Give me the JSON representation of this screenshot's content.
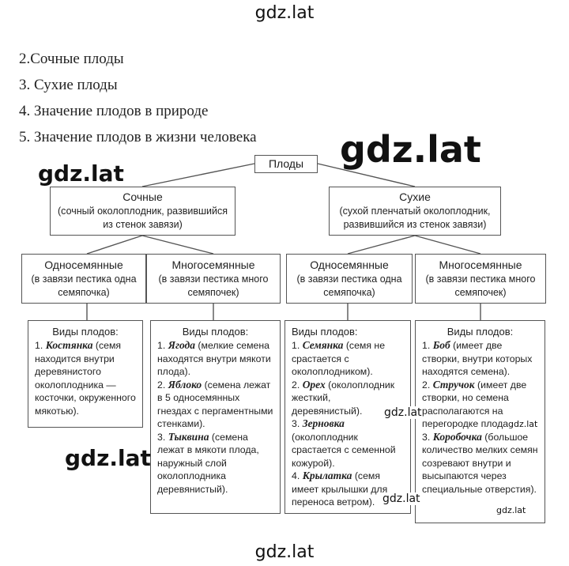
{
  "watermarks": {
    "top": "gdz.lat",
    "bottom": "gdz.lat",
    "big": "gdz.lat",
    "left_upper": "gdz.lat",
    "left_lower": "gdz.lat",
    "mid_a": "gdz.lat",
    "mid_b": "gdz.lat",
    "right_a": "gdz.lat",
    "right_b": "gdz.lat"
  },
  "list": [
    "2.Сочные плоды",
    "3. Сухие плоды",
    "4. Значение плодов в природе",
    "5. Значение плодов в жизни человека"
  ],
  "diagram": {
    "root": "Плоды",
    "juicy": {
      "title": "Сочные",
      "desc": "(сочный околоплодник, развившийся из стенок завязи)"
    },
    "dry": {
      "title": "Сухие",
      "desc": "(сухой пленчатый околоплодник, развившийся из стенок завязи)"
    },
    "juicy_single": {
      "title": "Односемянные",
      "desc": "(в завязи пестика одна семяпочка)"
    },
    "juicy_multi": {
      "title": "Многосемянные",
      "desc": "(в завязи пестика много семяпочек)"
    },
    "dry_single": {
      "title": "Односемянные",
      "desc": "(в завязи пестика одна семяпочка)"
    },
    "dry_multi": {
      "title": "Многосемянные",
      "desc": "(в завязи пестика много семяпочек)"
    },
    "types_title": "Виды плодов:",
    "types1": [
      {
        "num": "1.",
        "name": "Костянка",
        "text": " (семя находится внутри деревянистого околоплодника — косточки, окруженного мякотью)."
      }
    ],
    "types2": [
      {
        "num": "1.",
        "name": "Ягода",
        "text": " (мелкие семена находятся внутри мякоти плода)."
      },
      {
        "num": "2.",
        "name": "Яблоко",
        "text": " (семена лежат в 5 односемянных гнездах с пергаментными стенками)."
      },
      {
        "num": "3.",
        "name": "Тыквина",
        "text": " (семена лежат в мякоти плода, наружный слой околоплодника деревянистый)."
      }
    ],
    "types3": [
      {
        "num": "1.",
        "name": "Семянка",
        "text": " (семя не срастается с околоплодником)."
      },
      {
        "num": "2.",
        "name": "Орех",
        "text": " (околоплодник жесткий, деревянистый)."
      },
      {
        "num": "3.",
        "name": "Зерновка",
        "text": " (околоплодник срастается с семенной кожурой)."
      },
      {
        "num": "4.",
        "name": "Крылатка",
        "text": " (семя имеет крылышки для переноса ветром)."
      }
    ],
    "types4": [
      {
        "num": "1.",
        "name": "Боб",
        "text": " (имеет две створки, внутри которых находятся семена)."
      },
      {
        "num": "2.",
        "name": "Стручок",
        "text": " (имеет две створки, но семена располагаются на перегородке плода)."
      },
      {
        "num": "3.",
        "name": "Коробочка",
        "text": " (большое количество мелких семян созревают внутри и высыпаются через специальные отверстия)."
      }
    ]
  }
}
